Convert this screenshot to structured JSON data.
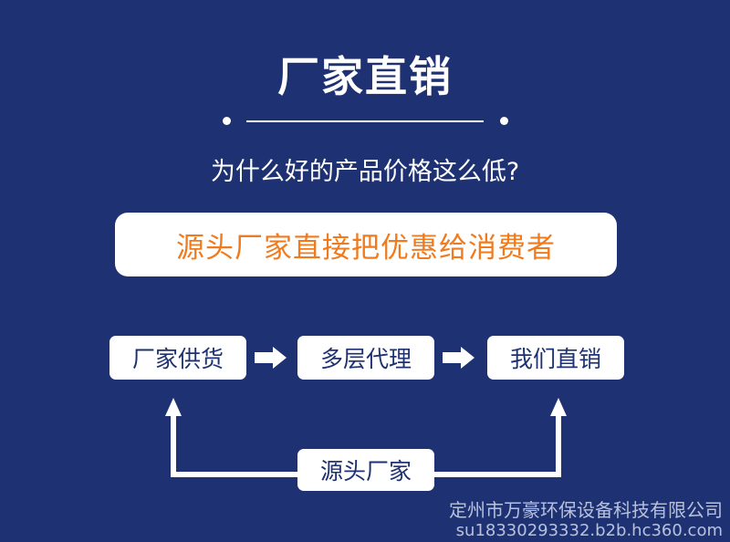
{
  "header": {
    "title": "厂家直销",
    "question": "为什么好的产品价格这么低?"
  },
  "highlight": {
    "text": "源头厂家直接把优惠给消费者"
  },
  "flow": {
    "steps": [
      "厂家供货",
      "多层代理",
      "我们直销"
    ],
    "source_label": "源头厂家"
  },
  "watermark": {
    "company": "定州市万豪环保设备科技有限公司",
    "site": "su18330293332.b2b.hc360.com"
  },
  "colors": {
    "background": "#1e3273",
    "accent": "#f07a1e",
    "box": "#ffffff"
  }
}
